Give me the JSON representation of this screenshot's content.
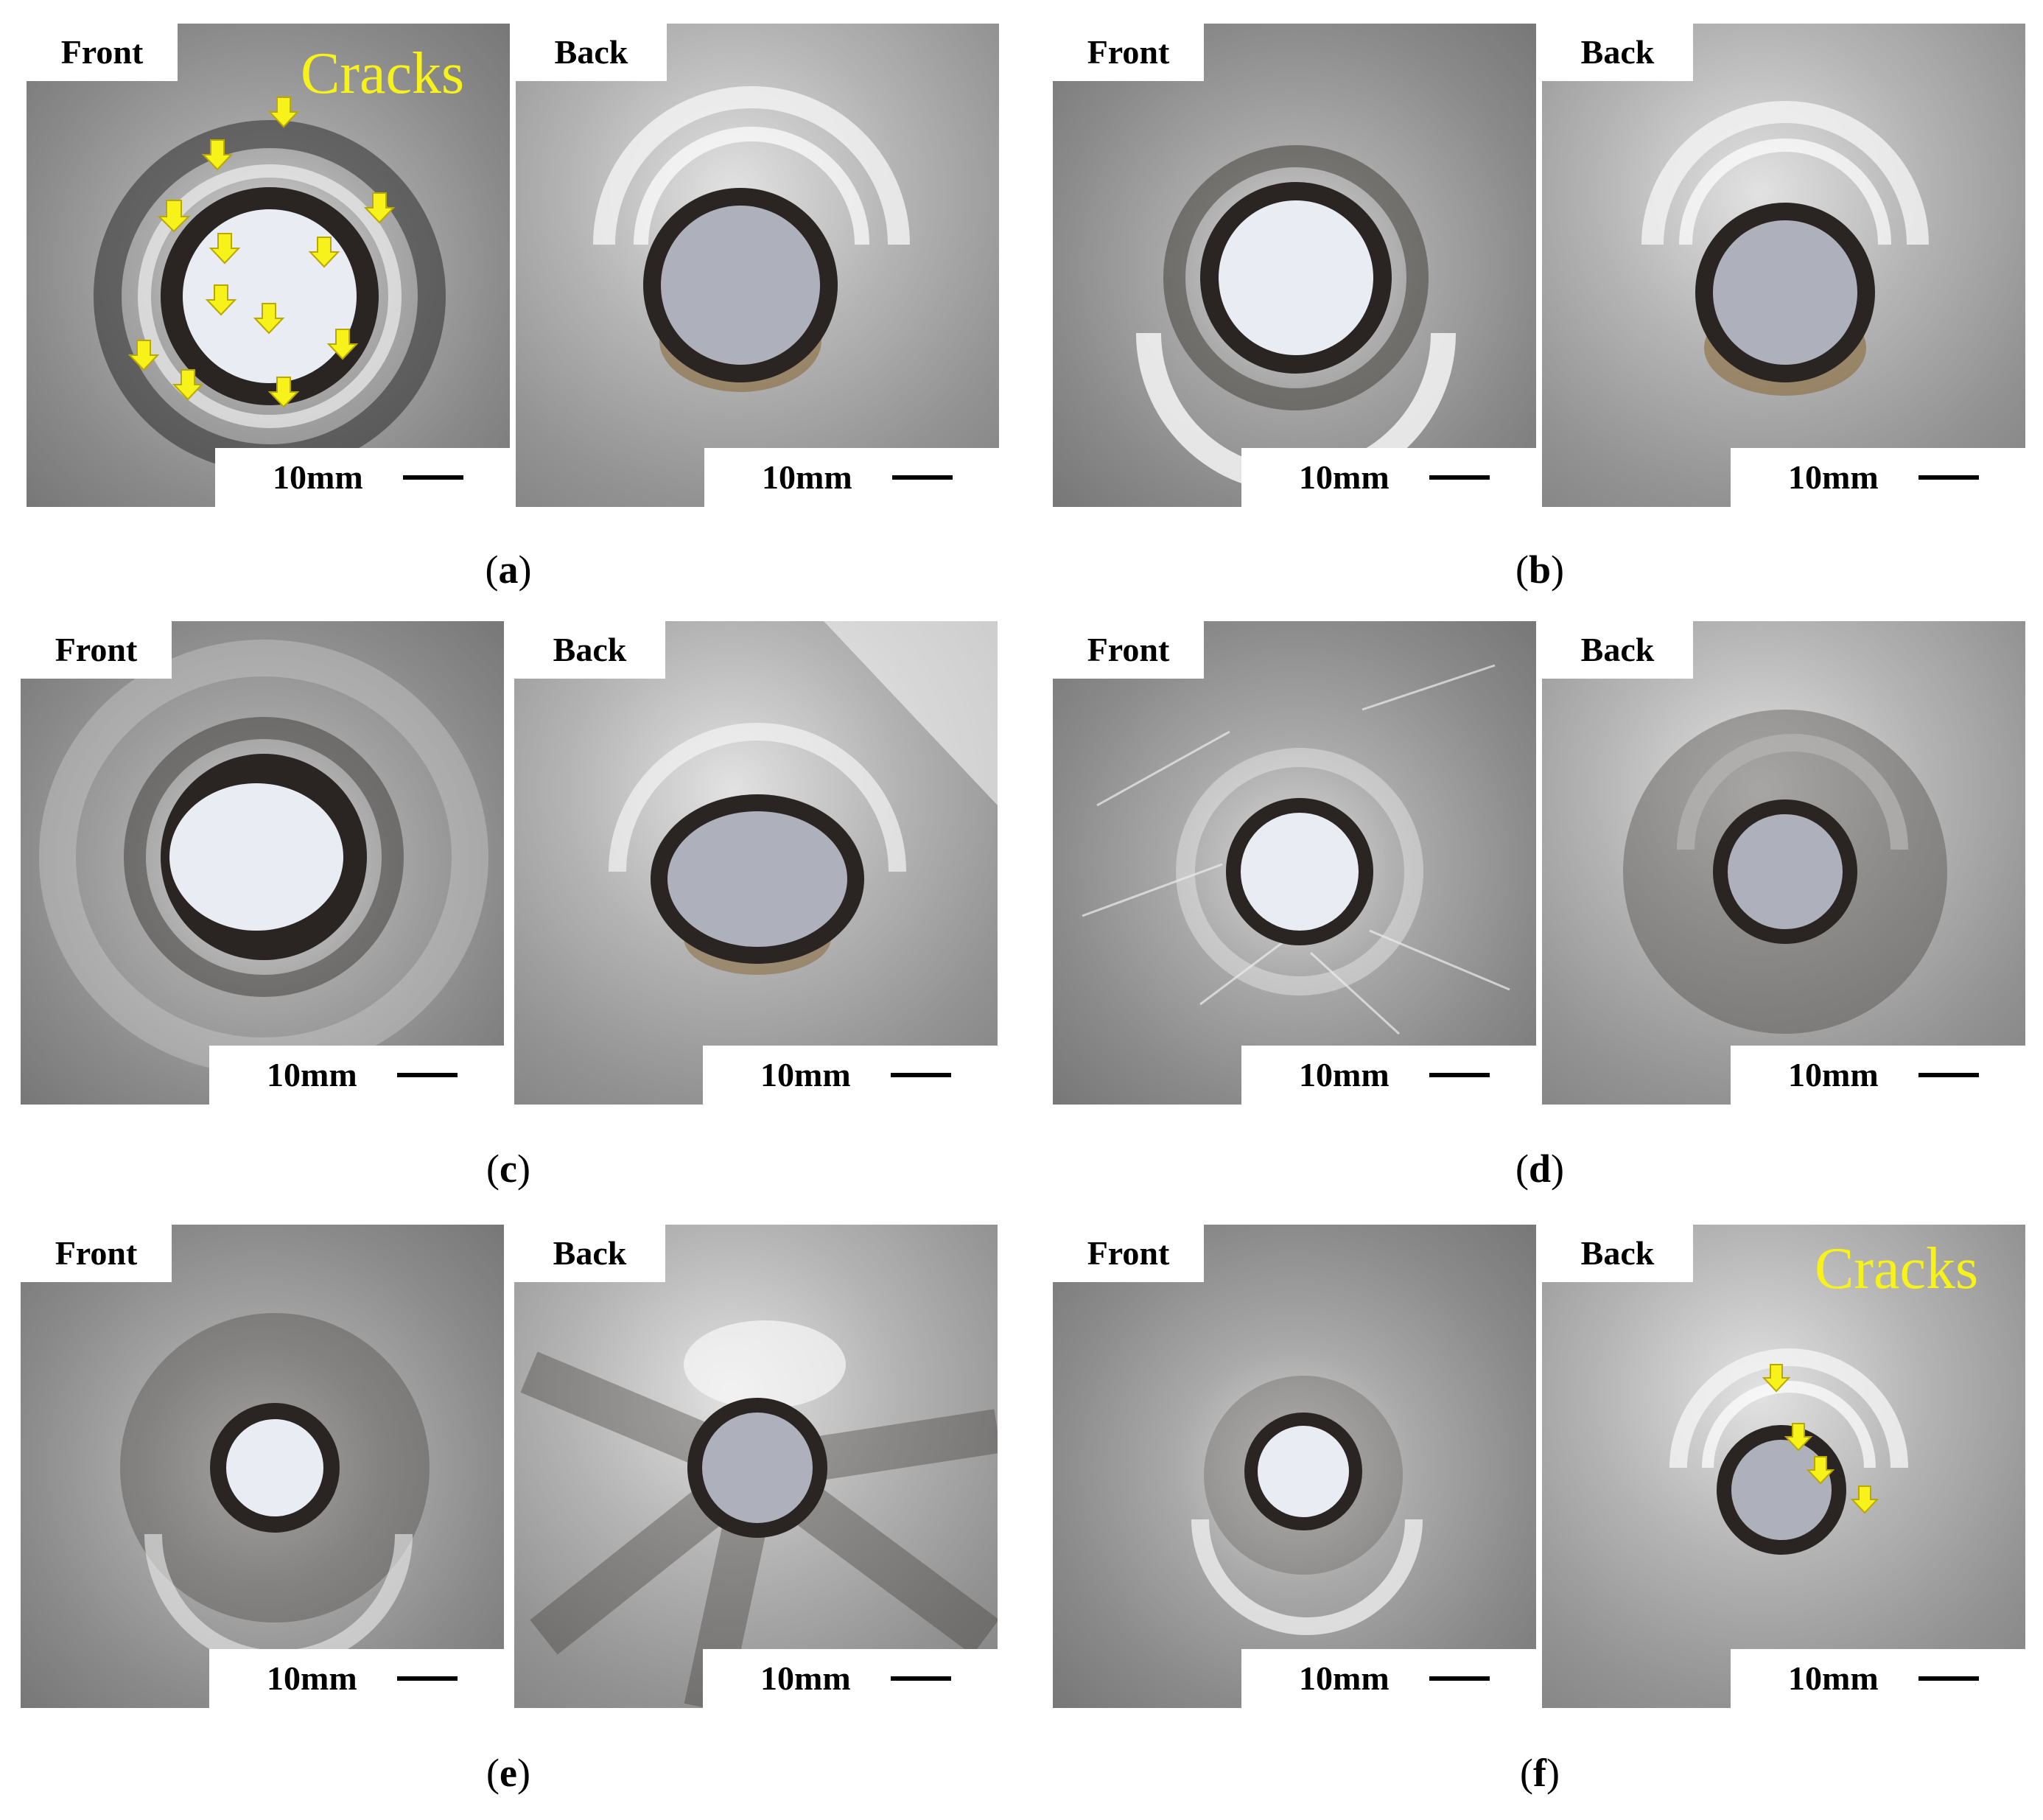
{
  "figure": {
    "scale_label": "10mm",
    "cracks_label": "Cracks",
    "colors": {
      "arrow": "#f7f21a",
      "hole_front": "#e9ecf3",
      "hole_back": "#aeb1bb",
      "burnt": "#2a2522"
    },
    "groups": [
      {
        "letter": "a",
        "front_label": "Front",
        "back_label": "Back"
      },
      {
        "letter": "b",
        "front_label": "Front",
        "back_label": "Back"
      },
      {
        "letter": "c",
        "front_label": "Front",
        "back_label": "Back"
      },
      {
        "letter": "d",
        "front_label": "Front",
        "back_label": "Back"
      },
      {
        "letter": "e",
        "front_label": "Front",
        "back_label": "Back"
      },
      {
        "letter": "f",
        "front_label": "Front",
        "back_label": "Back"
      }
    ]
  }
}
